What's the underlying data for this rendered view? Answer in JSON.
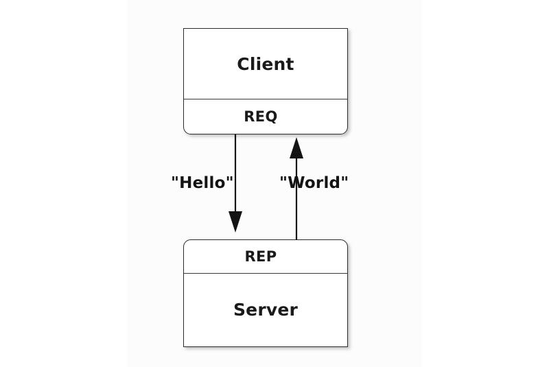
{
  "diagram": {
    "type": "request-reply-pattern",
    "background_color": "#ffffff",
    "panel_color": "#fcfcfc",
    "stroke_color": "#2b2b2b",
    "text_color": "#1a1a1a",
    "nodes": [
      {
        "id": "client",
        "title": "Client",
        "socket": "REQ"
      },
      {
        "id": "server",
        "socket": "REP",
        "title": "Server"
      }
    ],
    "edges": [
      {
        "id": "request",
        "label": "\"Hello\"",
        "direction": "down",
        "from": "client",
        "to": "server"
      },
      {
        "id": "reply",
        "label": "\"World\"",
        "direction": "up",
        "from": "server",
        "to": "client"
      }
    ]
  }
}
